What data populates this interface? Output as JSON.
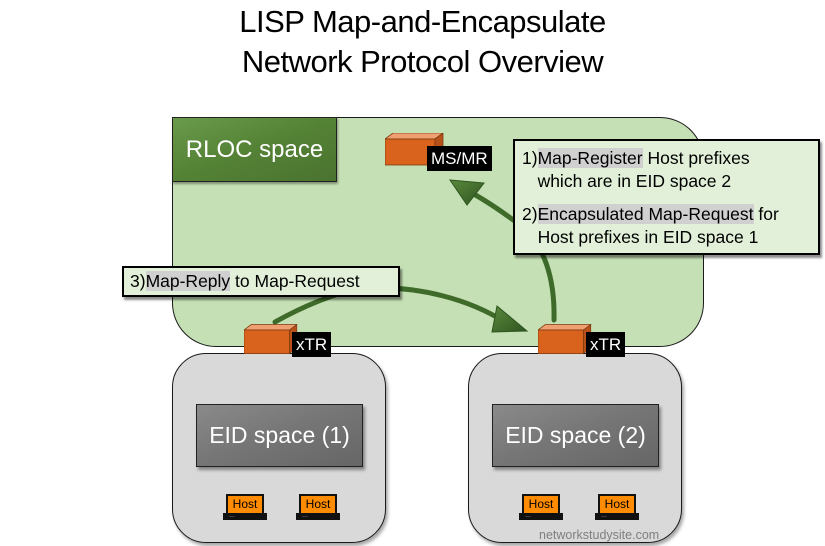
{
  "title": {
    "line1": "LISP Map-and-Encapsulate",
    "line2": "Network Protocol Overview"
  },
  "rloc": {
    "label": "RLOC space",
    "color": "#c5e0b4",
    "label_color": "#548235"
  },
  "map_server": {
    "tag": "MS/MR",
    "icon": "router-box-icon"
  },
  "xtrs": [
    {
      "tag": "xTR",
      "icon": "router-box-icon"
    },
    {
      "tag": "xTR",
      "icon": "router-box-icon"
    }
  ],
  "eid_spaces": [
    {
      "label": "EID space (1)",
      "hosts": [
        "Host",
        "Host"
      ]
    },
    {
      "label": "EID space (2)",
      "hosts": [
        "Host",
        "Host"
      ]
    }
  ],
  "notes": {
    "step1": {
      "num": "1)",
      "highlight": "Map-Register",
      "rest": " Host prefixes",
      "line2": "which are in EID space 2"
    },
    "step2": {
      "num": "2)",
      "highlight": "Encapsulated Map-Request",
      "rest": " for",
      "line2": "Host prefixes in EID space 1"
    },
    "step3": {
      "num": "3)",
      "highlight": "Map-Reply",
      "rest": " to Map-Request"
    }
  },
  "colors": {
    "arrow": "#3f6b2a",
    "device": "#d9621c",
    "host_screen": "#ff8c00",
    "eid_area": "#d9d9d9",
    "eid_label": "#757575"
  },
  "watermark": "networkstudysite.com"
}
